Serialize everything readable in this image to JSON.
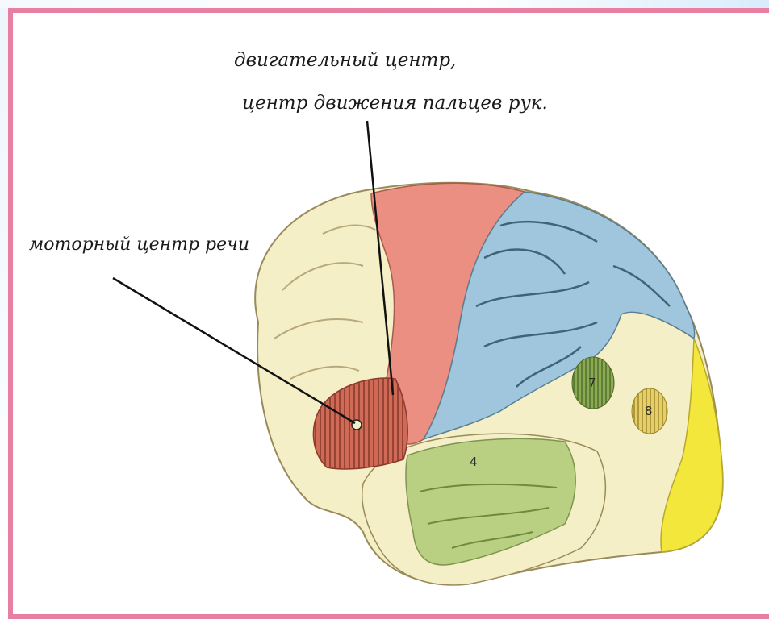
{
  "labels": {
    "top_line1": "двигательный центр,",
    "top_line2": "центр движения пальцев рук.",
    "left": "моторный центр речи"
  },
  "zone_numbers": {
    "temporal": "4",
    "zone7": "7",
    "zone8": "8"
  },
  "colors": {
    "frame": "#e87fa0",
    "frontal": "#f4efc6",
    "motor": "#eb8f82",
    "speech": "#cf6a57",
    "parietal": "#9fc6dc",
    "temporal": "#b9cf82",
    "occipital": "#f2e73a",
    "zone7": "#8caa52",
    "zone8": "#e6cf6a"
  }
}
